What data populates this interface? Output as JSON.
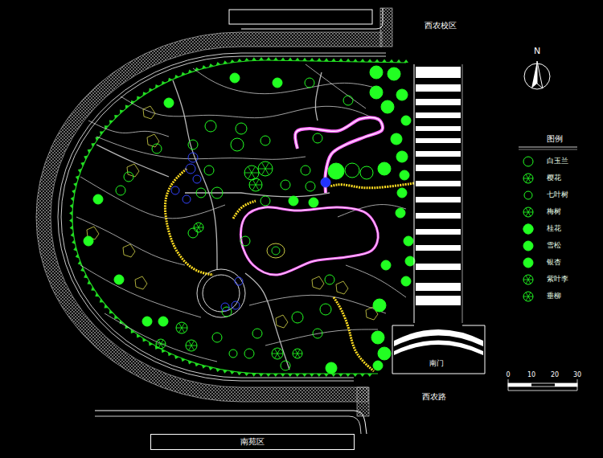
{
  "diagram": {
    "nodes": [
      {
        "text": [
          "南苑区"
        ]
      }
    ],
    "labels": [
      "西农校区",
      "N",
      "图例",
      "南门",
      "西农路",
      "0",
      "10",
      "20",
      "30"
    ],
    "legend": [
      {
        "text": "白玉兰"
      },
      {
        "text": "樱花"
      },
      {
        "text": "七叶树"
      },
      {
        "text": "梅树"
      },
      {
        "text": "桂花"
      },
      {
        "text": "雪松"
      },
      {
        "text": "银杏"
      },
      {
        "text": "紫叶李"
      },
      {
        "text": "垂柳"
      }
    ]
  }
}
